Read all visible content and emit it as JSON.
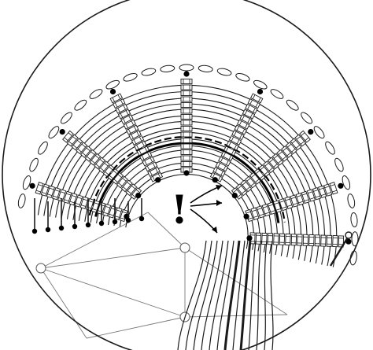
{
  "figure": {
    "marker_symbol": "!",
    "colors": {
      "background": "#ffffff",
      "stroke": "#1a1a1a",
      "thick_thread": "#000000",
      "guide_line": "#7a7a7a"
    },
    "icons": [
      "circular-frame",
      "fan-of-arcs",
      "radial-woven-braids",
      "edge-picots",
      "pins",
      "thread-ends",
      "bobbin-threads",
      "exclamation-marker",
      "pointer-arrows",
      "guide-lines",
      "pin-with-needle"
    ]
  }
}
